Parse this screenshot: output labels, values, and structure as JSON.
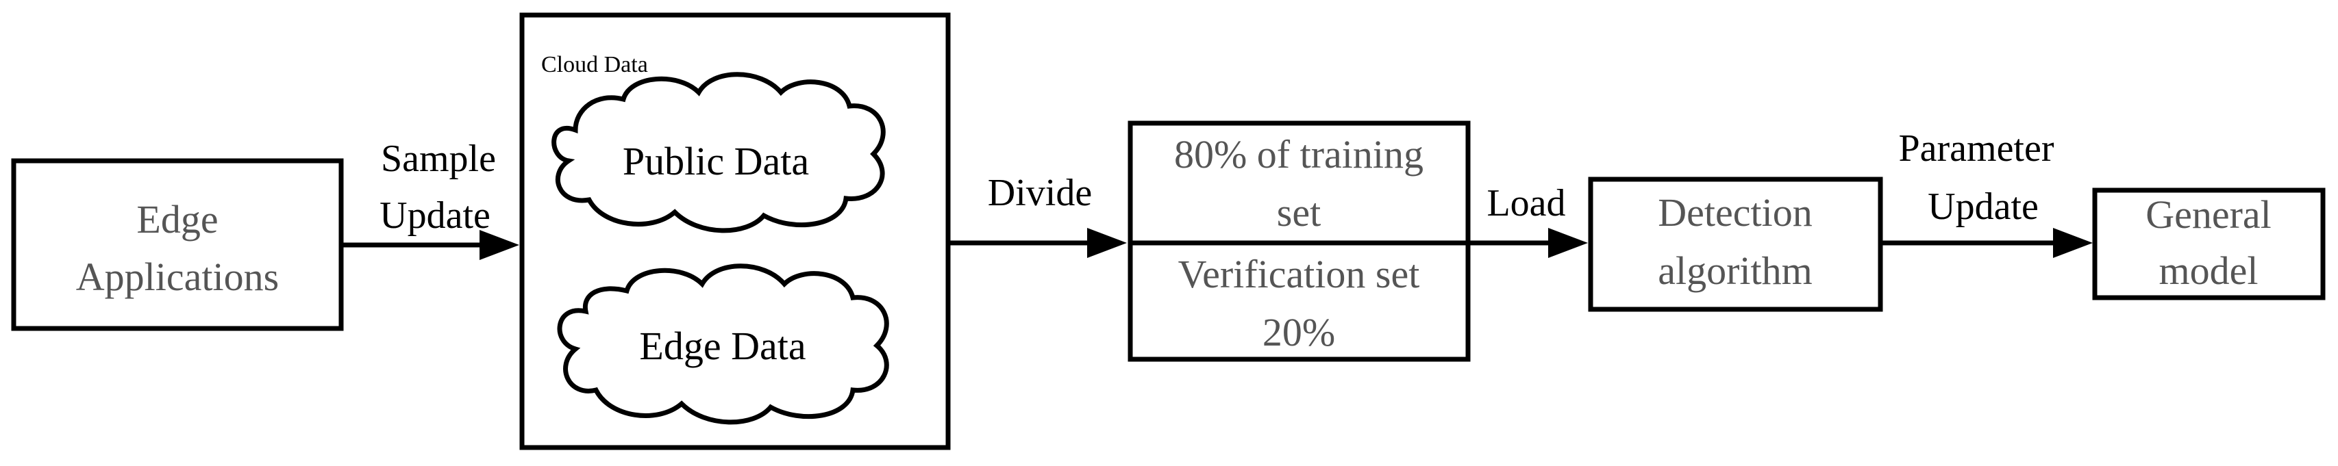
{
  "nodes": {
    "edge_applications": {
      "line1": "Edge",
      "line2": "Applications"
    },
    "cloud_data": {
      "title": "Cloud Data",
      "public": "Public Data",
      "edge": "Edge Data"
    },
    "dataset": {
      "top_line1": "80% of training",
      "top_line2": "set",
      "bottom_line1": "Verification set",
      "bottom_line2": "20%"
    },
    "detection": {
      "line1": "Detection",
      "line2": "algorithm"
    },
    "general_model": {
      "line1": "General",
      "line2": "model"
    }
  },
  "edges": {
    "sample_update": {
      "line1": "Sample",
      "line2": "Update"
    },
    "divide": {
      "label": "Divide"
    },
    "load": {
      "label": "Load"
    },
    "parameter_update": {
      "line1": "Parameter",
      "line2": "Update"
    }
  },
  "colors": {
    "stroke": "#000000",
    "muted_text": "#555555"
  }
}
